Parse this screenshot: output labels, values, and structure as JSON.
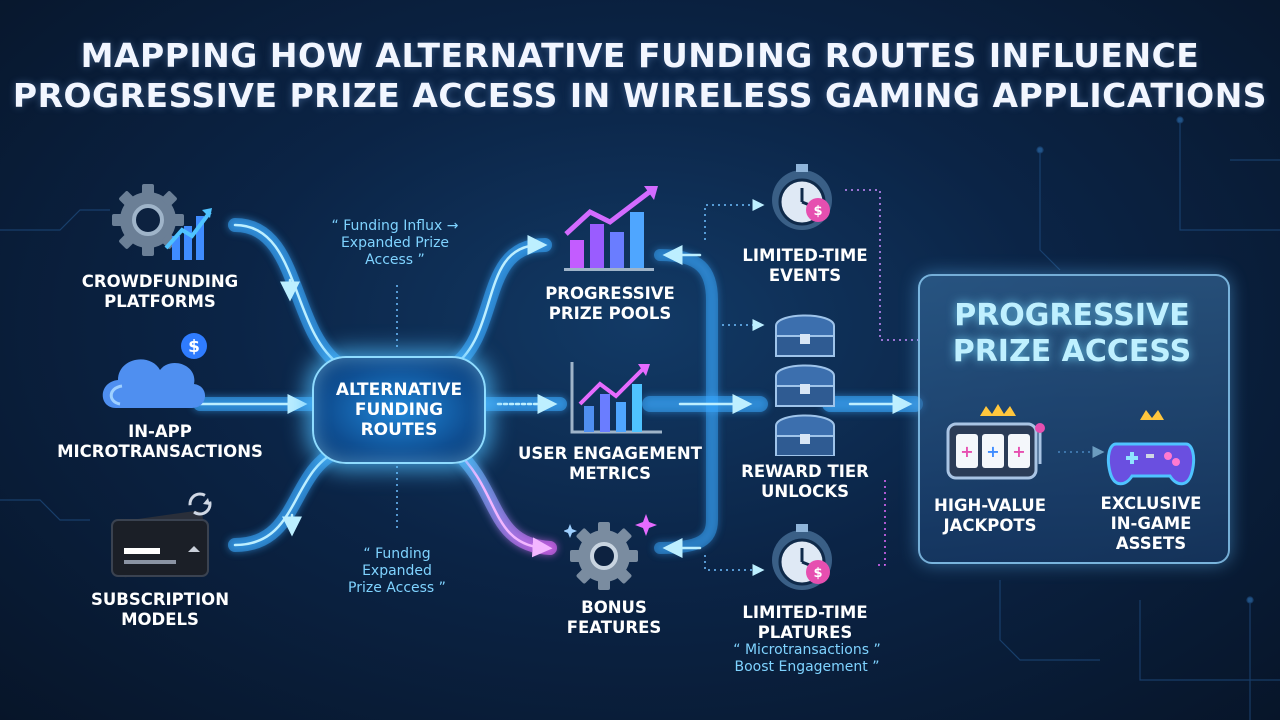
{
  "title": {
    "line1": "MAPPING HOW ALTERNATIVE FUNDING ROUTES INFLUENCE",
    "line2": "PROGRESSIVE PRIZE ACCESS IN WIRELESS GAMING APPLICATIONS"
  },
  "sources": [
    {
      "line1": "CROWDFUNDING",
      "line2": "PLATFORMS",
      "icon": "gear-chart-icon"
    },
    {
      "line1": "IN-APP",
      "line2": "MICROTRANSACTIONS",
      "icon": "cloud-dollar-icon"
    },
    {
      "line1": "SUBSCRIPTION",
      "line2": "MODELS",
      "icon": "credit-card-icon"
    }
  ],
  "hub": {
    "line1": "ALTERNATIVE",
    "line2": "FUNDING",
    "line3": "ROUTES"
  },
  "quotes": {
    "top": {
      "line1": "“ Funding Influx →",
      "line2": "Expanded Prize",
      "line3": "Access ”"
    },
    "bottom": {
      "line1": "“ Funding",
      "line2": "Expanded",
      "line3": "Prize Access ”"
    },
    "right": {
      "line1": "“ Microtransactions ”",
      "line2": "Boost Engagement ”"
    }
  },
  "middle": [
    {
      "line1": "PROGRESSIVE",
      "line2": "PRIZE POOLS",
      "icon": "bar-chart-rising-icon"
    },
    {
      "line1": "USER ENGAGEMENT",
      "line2": "METRICS",
      "icon": "line-chart-icon"
    },
    {
      "line1": "BONUS",
      "line2": "FEATURES",
      "icon": "gear-sparkle-icon"
    }
  ],
  "rewards": [
    {
      "line1": "LIMITED-TIME",
      "line2": "EVENTS",
      "icon": "stopwatch-badge-icon"
    },
    {
      "line1": "REWARD TIER",
      "line2": "UNLOCKS",
      "icon": "treasure-chest-icon"
    },
    {
      "line1": "LIMITED-TIME",
      "line2": "PLATURES",
      "icon": "stopwatch-badge-icon"
    }
  ],
  "result": {
    "title_line1": "PROGRESSIVE",
    "title_line2": "PRIZE ACCESS",
    "items": [
      {
        "line1": "HIGH-VALUE",
        "line2": "JACKPOTS",
        "icon": "slot-machine-icon"
      },
      {
        "line1": "EXCLUSIVE",
        "line2": "IN-GAME",
        "line3": "ASSETS",
        "icon": "gamepad-crown-icon"
      }
    ]
  },
  "colors": {
    "background": "#0b2446",
    "flow_blue": "#4fc3ff",
    "flow_pink": "#e66bff",
    "accent_cyan": "#7fd3ff",
    "panel_title": "#bff0ff"
  }
}
